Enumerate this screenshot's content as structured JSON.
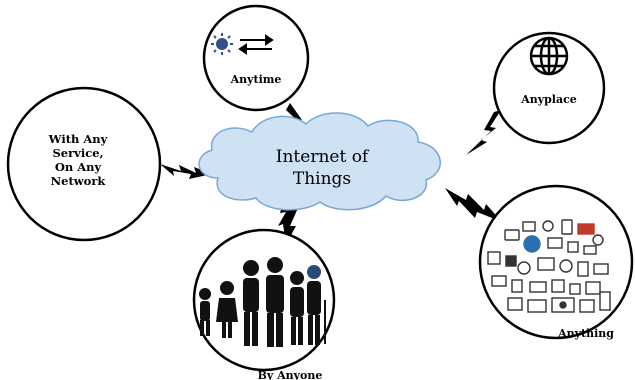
{
  "center": {
    "line1": "Internet of",
    "line2": "Things"
  },
  "nodes": {
    "anytime": {
      "label": "Anytime"
    },
    "anyplace": {
      "label": "Anyplace"
    },
    "service": {
      "line1": "With Any",
      "line2": "Service,",
      "line3": "On Any",
      "line4": "Network"
    },
    "anything": {
      "label": "Anything"
    },
    "anyone": {
      "label": "By Anyone"
    }
  },
  "colors": {
    "cloud_fill": "#cfe2f3",
    "cloud_stroke": "#7aa6d6",
    "circle_stroke": "#000000",
    "bolt": "#000000",
    "sun": "#2f4f8f",
    "moon": "#2f4f8f"
  },
  "icons": {
    "anytime": "sun-arrows-moon-icon",
    "anyplace": "globe-icon",
    "anything": "devices-collage-icon",
    "anyone": "people-silhouettes-icon"
  }
}
